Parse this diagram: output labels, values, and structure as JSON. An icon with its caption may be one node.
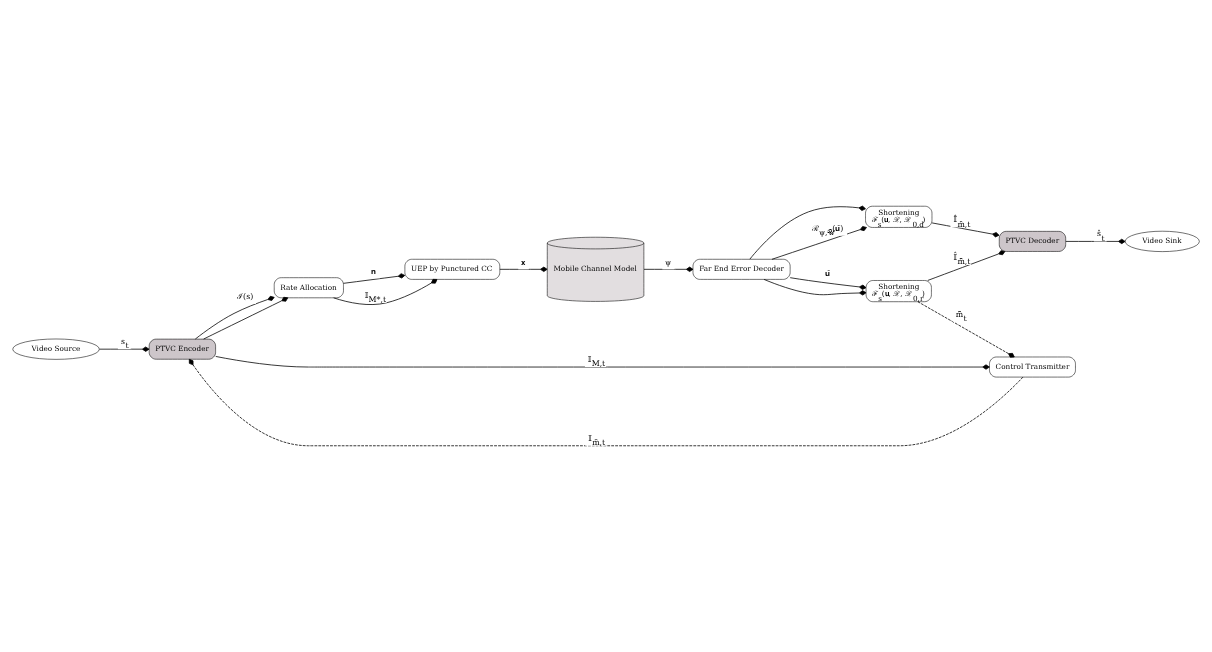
{
  "diagram": {
    "nodes": [
      {
        "text": [
          "Video Source"
        ]
      },
      {
        "text": [
          "PTVC Encoder"
        ]
      },
      {
        "text": [
          "Rate Allocation"
        ]
      },
      {
        "text": [
          "UEP by Punctured CC"
        ]
      },
      {
        "text": [
          "Control Transmitter"
        ]
      },
      {
        "text": [
          "Mobile Channel Model"
        ]
      },
      {
        "text": [
          "Shortening",
          "ℱ$_{s}$(𝐮, ℛ, ℛ$_{0,r}$)"
        ]
      },
      {
        "text": [
          "Video Sink"
        ]
      },
      {
        "text": [
          "PTVC Decoder"
        ]
      },
      {
        "text": [
          "Far End Error Decoder"
        ]
      },
      {
        "text": [
          "Shortening",
          "ℱ$_{s}$(𝐮, ℛ, ℛ$_{0,d}$)"
        ]
      }
    ],
    "edges": [
      {
        "from": 0,
        "to": 1,
        "arrow": "other",
        "label": "s$_{t}$"
      },
      {
        "from": 1,
        "to": 2,
        "arrow": "other",
        "label": "ℐ(s)"
      },
      {
        "from": 1,
        "to": 2,
        "arrow": "other"
      },
      {
        "from": 1,
        "to": 4,
        "arrow": "other",
        "label": "𝕀$_{M,t}$"
      },
      {
        "from": 2,
        "to": 3,
        "arrow": "other",
        "label": "𝐧"
      },
      {
        "from": 2,
        "to": 3,
        "arrow": "other",
        "label": "𝕀$_{M*,t}$"
      },
      {
        "from": 3,
        "to": 5,
        "arrow": "other",
        "label": "𝐱"
      },
      {
        "from": 5,
        "to": 9,
        "arrow": "other",
        "label": "ψ"
      },
      {
        "from": 9,
        "to": 6,
        "arrow": "other",
        "label": "𝐮̂"
      },
      {
        "from": 9,
        "to": 10,
        "arrow": "other"
      },
      {
        "from": 9,
        "to": 6,
        "arrow": "other"
      },
      {
        "from": 9,
        "to": 10,
        "arrow": "other",
        "label": "ℛ$_{ψ,𝒰}$(𝐮̂)"
      },
      {
        "from": 6,
        "to": 8,
        "arrow": "other",
        "label": "𝕀̂$_{m̆̃,t}$"
      },
      {
        "from": 10,
        "to": 8,
        "arrow": "other",
        "label": "𝕀̂$_{m̆,t}$"
      },
      {
        "from": 8,
        "to": 7,
        "arrow": "other",
        "label": "ŝ$_{t}$"
      },
      {
        "from": 6,
        "to": 4,
        "arrow": "other",
        "style": "dashed",
        "label": "m̆̃$_{t}$"
      },
      {
        "from": 4,
        "to": 1,
        "arrow": "other",
        "style": "dashed",
        "label": "𝕀$_{m̃,t}$"
      }
    ]
  }
}
